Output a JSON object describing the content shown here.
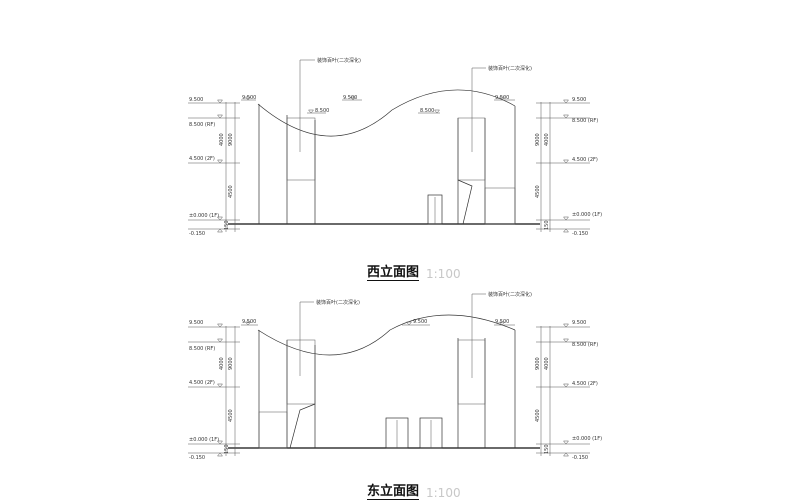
{
  "west": {
    "title": "西立面图",
    "scale": "1:100",
    "callout_left": "装饰百叶(二次深化)",
    "callout_right": "装饰百叶(二次深化)",
    "left_levels": [
      "9.500",
      "8.500 (RF)",
      "4.500 (2F)",
      "±0.000 (1F)",
      "-0.150"
    ],
    "right_levels": [
      "9.500",
      "8.500 (RF)",
      "4.500 (2F)",
      "±0.000 (1F)",
      "-0.150"
    ],
    "roof_labels": [
      "9.500",
      "8.500",
      "9.500",
      "8.500",
      "9.500"
    ],
    "dims": [
      "9000",
      "4000",
      "4500",
      "150"
    ]
  },
  "east": {
    "title": "东立面图",
    "scale": "1:100",
    "callout_left": "装饰百叶(二次深化)",
    "callout_right": "装饰百叶(二次深化)",
    "left_levels": [
      "9.500",
      "8.500 (RF)",
      "4.500 (2F)",
      "±0.000 (1F)",
      "-0.150"
    ],
    "right_levels": [
      "9.500",
      "8.500 (RF)",
      "4.500 (2F)",
      "±0.000 (1F)",
      "-0.150"
    ],
    "roof_labels": [
      "9.500",
      "9.500",
      "9.500"
    ],
    "dims": [
      "9000",
      "4000",
      "4500",
      "150"
    ]
  }
}
